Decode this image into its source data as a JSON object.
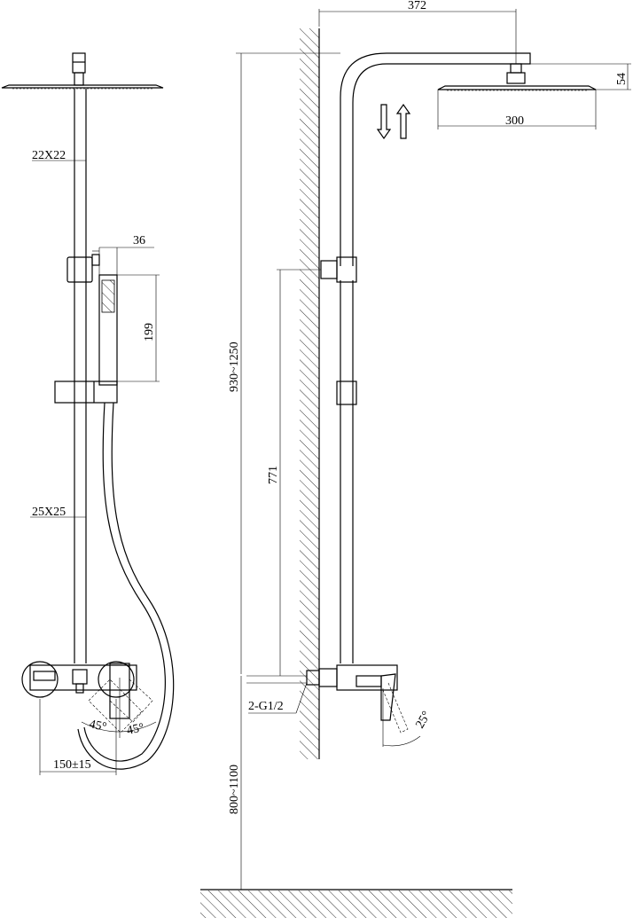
{
  "front_view": {
    "dim_rail_top": "22X22",
    "dim_rail_bottom": "25X25",
    "dim_handshower_width": "36",
    "dim_handshower_height": "199",
    "dim_angle_left": "45°",
    "dim_angle_right": "45°",
    "dim_inlet_spacing": "150±15"
  },
  "side_view": {
    "dim_arm_length": "372",
    "dim_head_height": "54",
    "dim_head_width": "300",
    "dim_total_height": "930~1250",
    "dim_mixer_to_bracket": "771",
    "dim_inlet_thread": "2-G1/2",
    "dim_floor_height": "800~1100",
    "dim_spout_angle": "25°"
  }
}
